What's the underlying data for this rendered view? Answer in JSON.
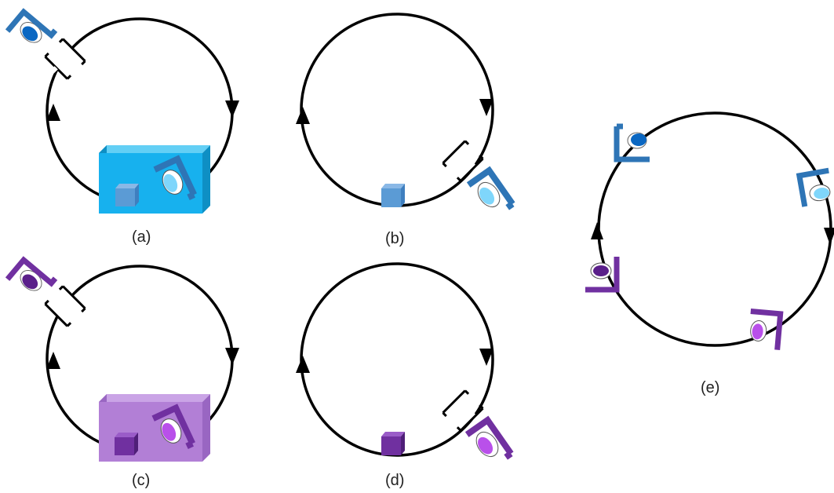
{
  "panels": {
    "a": {
      "label": "(a)"
    },
    "b": {
      "label": "(b)"
    },
    "c": {
      "label": "(c)"
    },
    "d": {
      "label": "(d)"
    },
    "e": {
      "label": "(e)"
    }
  },
  "colors": {
    "loop": "#000000",
    "blue_dark": "#2e75b6",
    "blue_box_face": "#17b1ee",
    "blue_box_top": "#63cff5",
    "blue_box_side": "#0e8fc4",
    "blue_small_cube": "#5b9bd5",
    "blue_eye_light": "#7fd6fb",
    "blue_eye_dark": "#0a67c2",
    "purple_dark": "#7030a0",
    "purple_box_face": "#b27fd6",
    "purple_box_top": "#caa4e6",
    "purple_box_side": "#9966c2",
    "purple_small_cube": "#7030a0",
    "purple_eye_light": "#b950ea",
    "purple_eye_dark": "#5a1f8a"
  },
  "icons": [
    "capacitor-icon",
    "eye-sensor-icon",
    "enclosure-box-icon",
    "cube-icon",
    "arrowhead-icon"
  ]
}
